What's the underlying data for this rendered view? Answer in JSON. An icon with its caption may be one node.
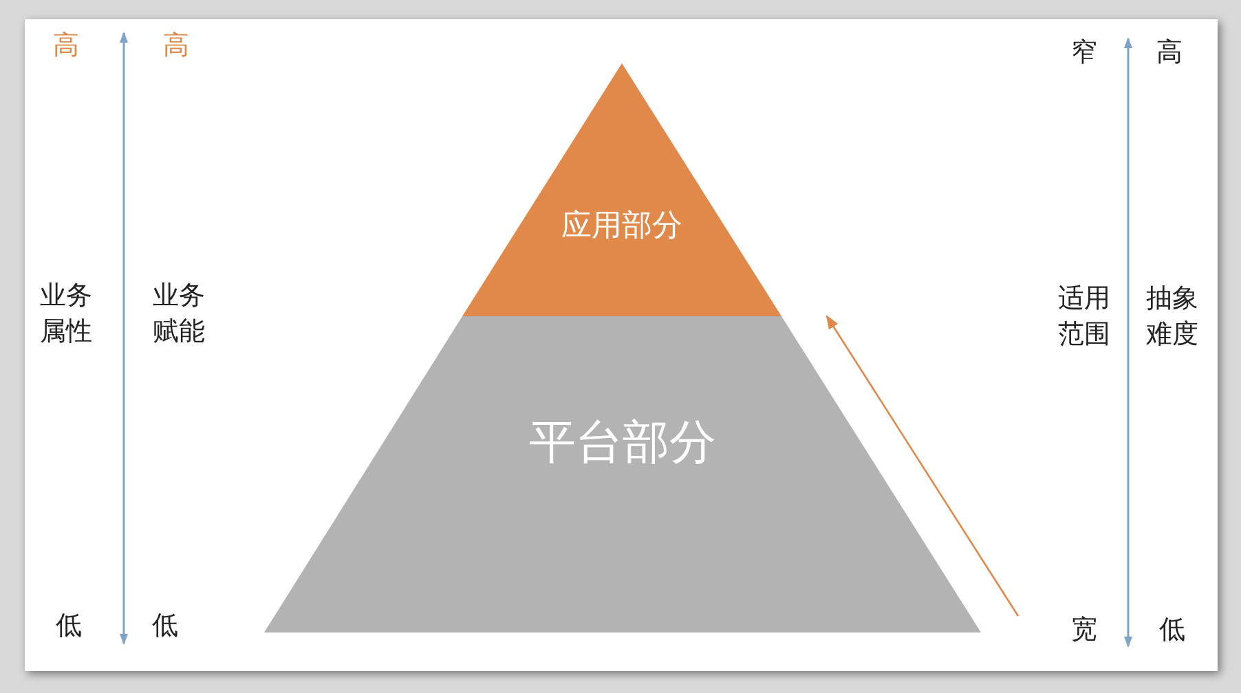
{
  "diagram": {
    "nodes": [
      {
        "text": [
          "应用部分"
        ]
      },
      {
        "text": [
          "平台部分"
        ]
      }
    ],
    "labels": [
      "高",
      "高",
      "窄",
      "高",
      "业务属性",
      "业务赋能",
      "适用范围",
      "抽象难度",
      "低",
      "低",
      "宽",
      "低"
    ]
  }
}
